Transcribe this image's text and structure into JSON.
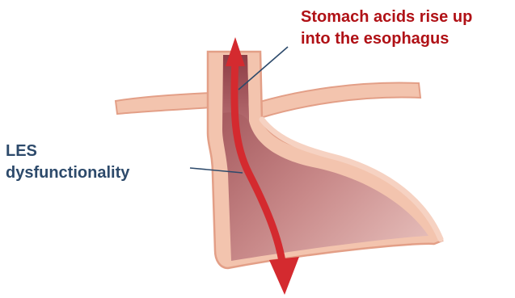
{
  "labels": {
    "acid": {
      "line1": "Stomach acids rise up",
      "line2": "into the esophagus"
    },
    "les": {
      "line1": "LES",
      "line2": "dysfunctionality"
    }
  },
  "colors": {
    "tissue_outer": "#e9a78f",
    "tissue_wall": "#f3c4ae",
    "lumen_dark": "#9f4e54",
    "lumen_light": "#e7bdb9",
    "arrow": "#d42a2f",
    "acid_text": "#b01116",
    "les_text": "#2d4a6b",
    "leader_line": "#2d4a6b"
  }
}
